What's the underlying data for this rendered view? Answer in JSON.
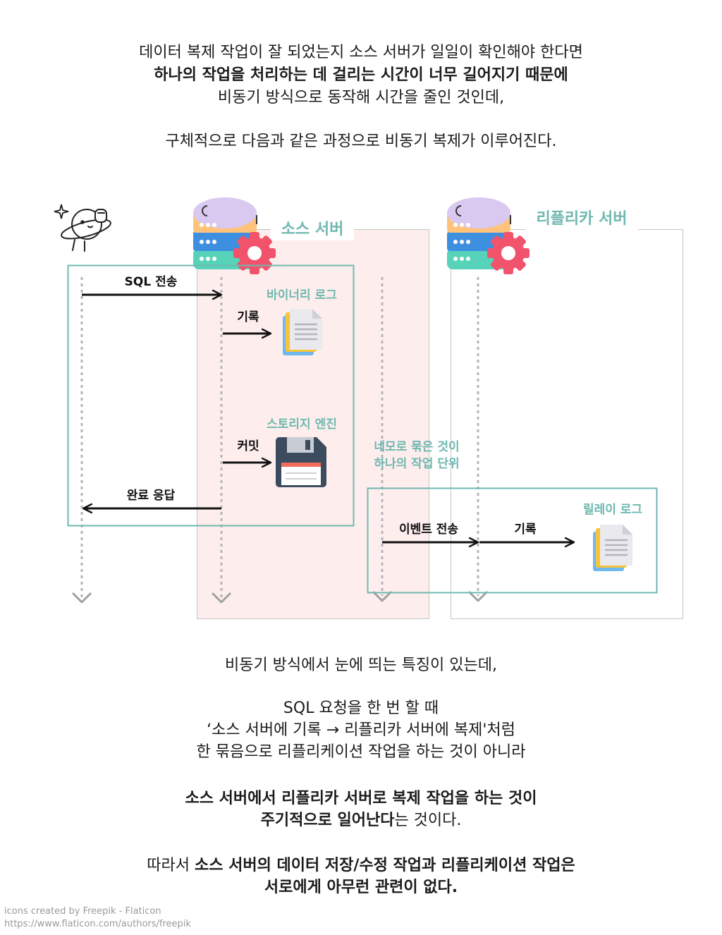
{
  "intro": {
    "line1": "데이터 복제 작업이 잘 되었는지 소스 서버가 일일이 확인해야 한다면",
    "line2": "하나의 작업을 처리하는 데 걸리는 시간이 너무 길어지기 때문에",
    "line3": "비동기 방식으로 동작해 시간을 줄인 것인데,",
    "line4": "구체적으로 다음과 같은 과정으로 비동기 복제가 이루어진다."
  },
  "diagram": {
    "source_server_label": "소스 서버",
    "replica_server_label": "리플리카 서버",
    "binary_log_label": "바이너리 로그",
    "storage_engine_label": "스토리지 엔진",
    "relay_log_label": "릴레이 로그",
    "sql_send_label": "SQL 전송",
    "record_label": "기록",
    "commit_label": "커밋",
    "complete_response_label": "완료 응답",
    "event_send_label": "이벤트 전송",
    "record2_label": "기록",
    "box_note_line1": "네모로 묶은 것이",
    "box_note_line2": "하나의 작업 단위",
    "colors": {
      "teal": "#6fb8b0",
      "source_fill": "#fdeeed",
      "gear": "#f0536b",
      "db_top": "#d9c8f0",
      "db_orange": "#ffc27a",
      "db_blue": "#3f8fe0",
      "db_teal": "#56d3b8",
      "floppy": "#3d4b5f",
      "floppy_label": "#f26c5b"
    },
    "icons": [
      "astronaut-planet-icon",
      "database-gear-icon",
      "document-stack-icon",
      "floppy-disk-icon"
    ]
  },
  "body": {
    "p1": "비동기 방식에서 눈에 띄는 특징이 있는데,",
    "p2_line1": "SQL 요청을 한 번 할 때",
    "p2_line2": "‘소스 서버에 기록 → 리플리카 서버에 복제'처럼",
    "p2_line3": "한 묶음으로 리플리케이션 작업을 하는 것이 아니라",
    "p3_line1": "소스 서버에서 리플리카 서버로 복제 작업을 하는 것이",
    "p3_line2_bold": "주기적으로 일어난다",
    "p3_line2_rest": "는 것이다.",
    "p4_line1_pre": "따라서 ",
    "p4_line1_bold": "소스 서버의 데이터 저장/수정 작업과 리플리케이션 작업은",
    "p4_line2": "서로에게 아무런 관련이 없다."
  },
  "credits": {
    "line1": "icons created by Freepik - Flaticon",
    "line2": "https://www.flaticon.com/authors/freepik"
  }
}
